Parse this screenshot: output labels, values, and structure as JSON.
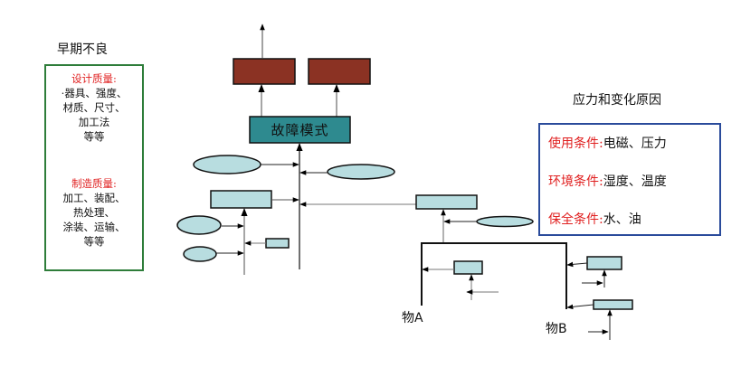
{
  "left_panel": {
    "title": "早期不良",
    "design_quality": {
      "heading": "设计质量:",
      "lines": [
        "·器具、强度、",
        "材质、尺寸、",
        "加工法",
        "等等"
      ]
    },
    "manufacturing_quality": {
      "heading": "制造质量:",
      "lines": [
        "加工、装配、",
        "热处理、",
        "涂装、运输、",
        "等等"
      ]
    }
  },
  "right_panel": {
    "title": "应力和变化原因",
    "rows": [
      {
        "label": "使用条件:",
        "value": "电磁、压力"
      },
      {
        "label": "环境条件:",
        "value": "湿度、温度"
      },
      {
        "label": "保全条件:",
        "value": "水、油"
      }
    ]
  },
  "diagram": {
    "failure_mode_label": "故障模式",
    "object_a_label": "物A",
    "object_b_label": "物B"
  },
  "colors": {
    "failure_result_fill": "#8b3223",
    "failure_mode_fill": "#2e8a8f",
    "factor_fill": "#b8dde0",
    "green_border": "#2e7d3a",
    "blue_border": "#2a4b9b",
    "heading_red": "#e02020"
  }
}
